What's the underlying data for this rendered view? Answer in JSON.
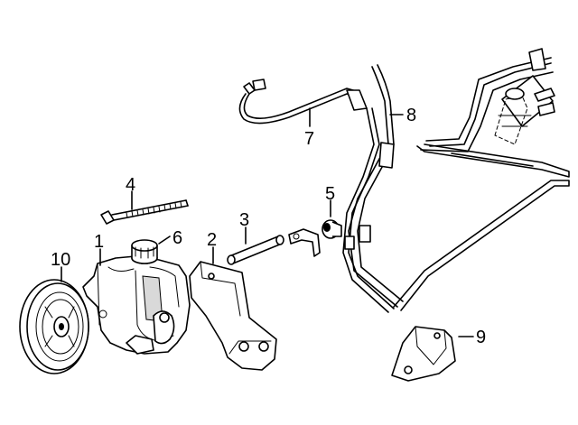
{
  "diagram": {
    "callouts": [
      {
        "id": "1",
        "label": "1"
      },
      {
        "id": "2",
        "label": "2"
      },
      {
        "id": "3",
        "label": "3"
      },
      {
        "id": "4",
        "label": "4"
      },
      {
        "id": "5",
        "label": "5"
      },
      {
        "id": "6",
        "label": "6"
      },
      {
        "id": "7",
        "label": "7"
      },
      {
        "id": "8",
        "label": "8"
      },
      {
        "id": "9",
        "label": "9"
      },
      {
        "id": "10",
        "label": "10"
      }
    ],
    "line_color": "#000000",
    "background": "#ffffff"
  }
}
